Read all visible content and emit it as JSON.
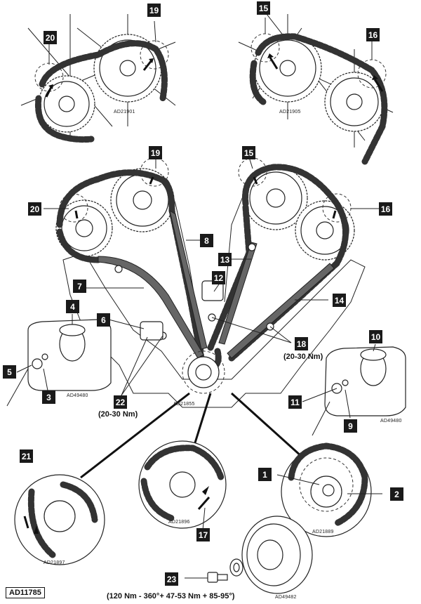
{
  "reference": "AD11785",
  "callouts": {
    "c1": "1",
    "c2": "2",
    "c3": "3",
    "c4": "4",
    "c5": "5",
    "c6": "6",
    "c7": "7",
    "c8": "8",
    "c9": "9",
    "c10": "10",
    "c11": "11",
    "c12": "12",
    "c13": "13",
    "c14": "14",
    "c15a": "15",
    "c15b": "15",
    "c16a": "16",
    "c16b": "16",
    "c17": "17",
    "c18": "18",
    "c19a": "19",
    "c19b": "19",
    "c20a": "20",
    "c20b": "20",
    "c21": "21",
    "c22": "22",
    "c23": "23"
  },
  "figure_codes": {
    "left_sprockets": "AD21901",
    "right_sprockets": "AD21905",
    "crank_center": "AD21855",
    "tensioner_left": "AD49480",
    "tensioner_right": "AD49480",
    "detail_left": "AD21897",
    "detail_middle": "AD21896",
    "detail_right": "AD21889",
    "pulley": "AD49482"
  },
  "torques": {
    "guide_bolts_right": "(20-30 Nm)",
    "guide_bolts_left": "(20-30 Nm)",
    "crank_bolt": "(120 Nm - 360°+ 47-53 Nm + 85-95°)"
  }
}
